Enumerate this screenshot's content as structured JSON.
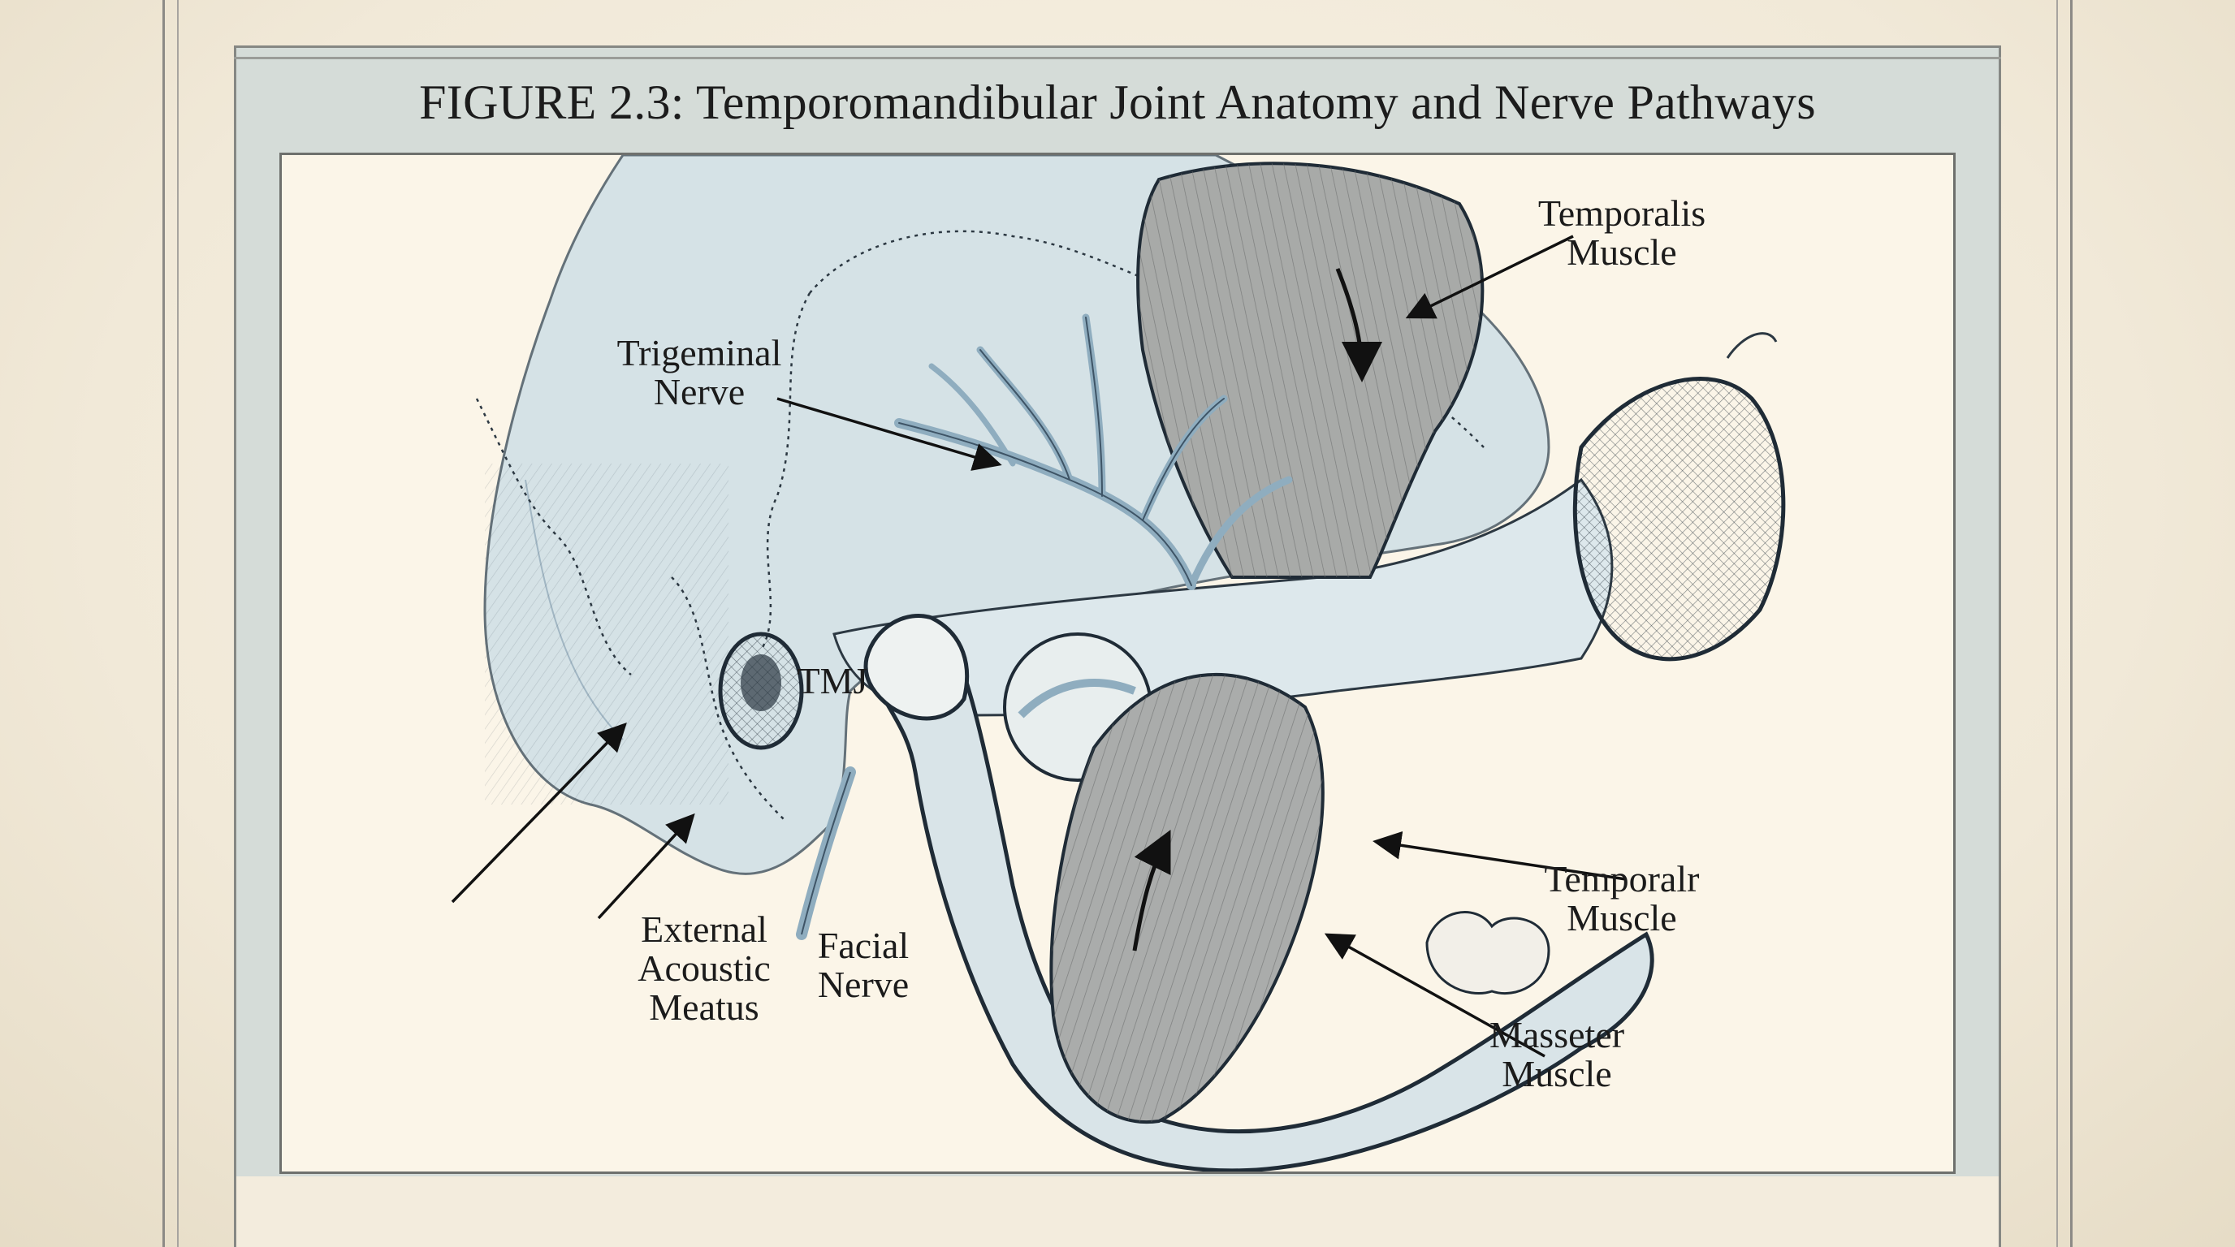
{
  "figure": {
    "title": "FIGURE 2.3: Temporomandibular Joint Anatomy and Nerve Pathways"
  },
  "labels": {
    "temporalis_muscle": {
      "line1": "Temporalis",
      "line2": "Muscle"
    },
    "trigeminal_nerve": {
      "line1": "Trigeminal",
      "line2": "Nerve"
    },
    "tmj": "TMJ",
    "temporalr_muscle": {
      "line1": "Temporalr",
      "line2": "Muscle"
    },
    "masseter_muscle": {
      "line1": "Masseter",
      "line2": "Muscle"
    },
    "external_acoustic_meatus": {
      "line1": "External",
      "line2": "Acoustic",
      "line3": "Meatus"
    },
    "facial_nerve": {
      "line1": "Facial",
      "line2": "Nerve"
    }
  },
  "colors": {
    "bone_wash": "#c9dbe2",
    "muscle_gray": "#a6a8a6",
    "nerve_blue": "#a9c3d3",
    "ink": "#1f2b36",
    "paper": "#fbf5e8"
  }
}
